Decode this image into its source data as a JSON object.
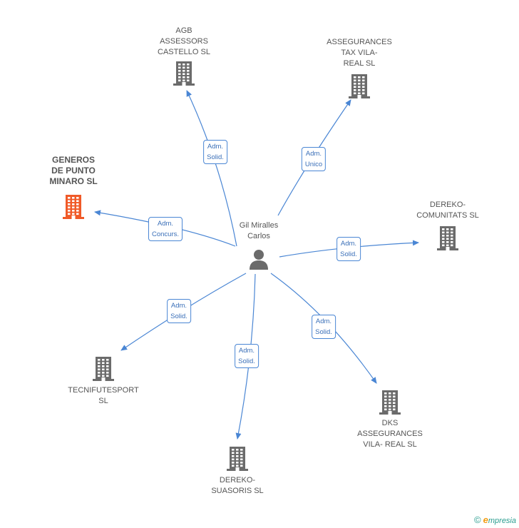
{
  "center": {
    "label": "Gil Miralles\nCarlos"
  },
  "companies": [
    {
      "id": "agb",
      "label": "AGB\nASSESSORS\nCASTELLO SL",
      "highlight": false
    },
    {
      "id": "assegurances-tax",
      "label": "ASSEGURANCES\nTAX VILA-\nREAL SL",
      "highlight": false
    },
    {
      "id": "generos",
      "label": "GENEROS\nDE PUNTO\nMINARO SL",
      "highlight": true
    },
    {
      "id": "dereko-comunitats",
      "label": "DEREKO-\nCOMUNITATS SL",
      "highlight": false
    },
    {
      "id": "tecnifutesport",
      "label": "TECNIFUTESPORT\nSL",
      "highlight": false
    },
    {
      "id": "dereko-suasoris",
      "label": "DEREKO-\nSUASORIS SL",
      "highlight": false
    },
    {
      "id": "dks",
      "label": "DKS\nASSEGURANCES\nVILA- REAL SL",
      "highlight": false
    }
  ],
  "edges": [
    {
      "to": "agb",
      "label": "Adm.\nSolid."
    },
    {
      "to": "assegurances-tax",
      "label": "Adm.\nUnico"
    },
    {
      "to": "generos",
      "label": "Adm.\nConcurs."
    },
    {
      "to": "dereko-comunitats",
      "label": "Adm.\nSolid."
    },
    {
      "to": "tecnifutesport",
      "label": "Adm.\nSolid."
    },
    {
      "to": "dereko-suasoris",
      "label": "Adm.\nSolid."
    },
    {
      "to": "dks",
      "label": "Adm.\nSolid."
    }
  ],
  "colors": {
    "edge": "#4a86d4",
    "building": "#6b6b6b",
    "building_highlight": "#f05a28",
    "person": "#6b6b6b"
  },
  "footer": {
    "copyright": "©",
    "brand_initial": "e",
    "brand_rest": "mpresia"
  }
}
